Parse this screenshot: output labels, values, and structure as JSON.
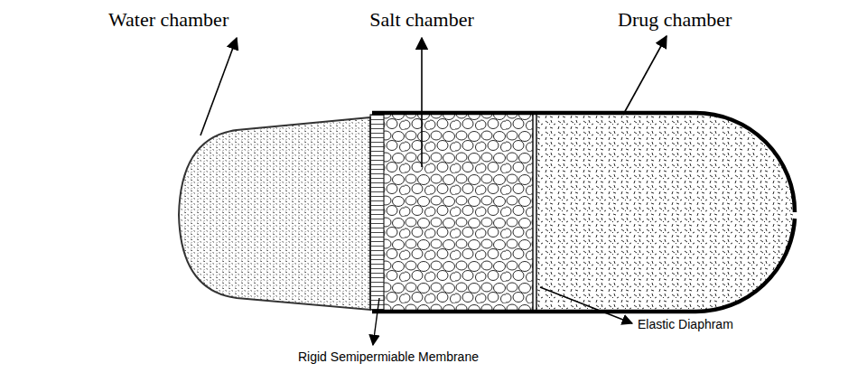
{
  "diagram": {
    "labels": [
      "Water chamber",
      "Salt chamber",
      "Drug chamber",
      "Rigid Semipermiable Membrane",
      "Elastic Diaphram"
    ]
  }
}
